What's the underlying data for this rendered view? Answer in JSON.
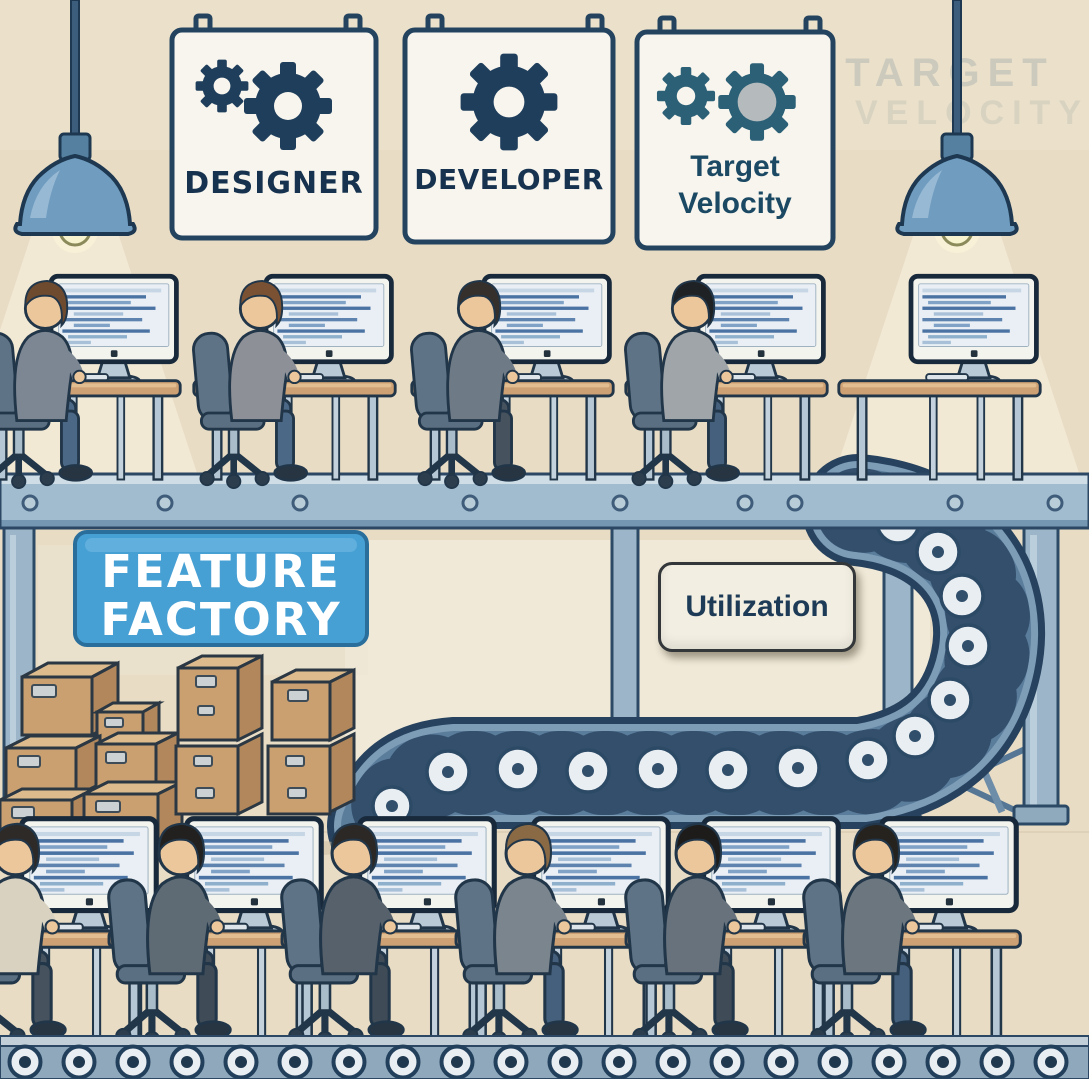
{
  "signs": {
    "designer": {
      "label": "DESIGNER",
      "icon": "two-gears"
    },
    "developer": {
      "label": "DEVELOPER",
      "icon": "gear"
    },
    "target_velocity": {
      "line1": "Target",
      "line2": "Velocity",
      "icon": "two-gears-faded"
    }
  },
  "wall_ghost_text": {
    "line1": "TARGET",
    "line2": "VELOCITY"
  },
  "factory_sign": {
    "line1": "FEATURE",
    "line2": "FACTORY"
  },
  "utilization_badge": {
    "label": "Utilization"
  },
  "visible_counts": {
    "upper_workers": 4,
    "lower_workers": 6,
    "empty_desks_upper": 1,
    "hanging_signs": 3,
    "pendant_lamps": 2,
    "box_stacks": 4
  },
  "colors": {
    "background": "#e8dcc5",
    "wall_panel": "#f1ebdb",
    "sign_panel": "#f7f5ee",
    "sign_text": "#16324e",
    "target_sign_text": "#1b4963",
    "gear_navy": "#1f3e5c",
    "gear_teal": "#2c6076",
    "factory_blue": "#47a0d4",
    "factory_text": "#ffffff",
    "badge_bg": "#f2eee2",
    "badge_text": "#1d3a56",
    "steel": "#9db5c8",
    "belt": "#7d9cb6",
    "belt_shadow": "#587a99",
    "roller": "#e9eef3",
    "wood": "#cda173",
    "cardboard": "#caa070",
    "light_cone": "#f8f1de",
    "screen_code": "#4a72a2"
  }
}
